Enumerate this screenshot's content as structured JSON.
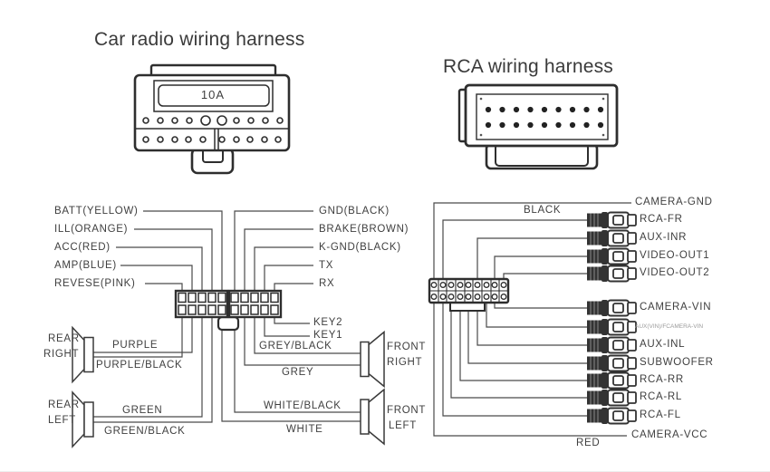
{
  "titles": {
    "radio": "Car radio wiring harness",
    "rca": "RCA wiring harness"
  },
  "radio_connector": {
    "fuse": "10A"
  },
  "radio_plug": {
    "left_wires": [
      "BATT(YELLOW)",
      "ILL(ORANGE)",
      "ACC(RED)",
      "AMP(BLUE)",
      "REVESE(PINK)"
    ],
    "right_wires": [
      "GND(BLACK)",
      "BRAKE(BROWN)",
      "K-GND(BLACK)",
      "TX",
      "RX"
    ],
    "key_wires": [
      "KEY2",
      "KEY1"
    ]
  },
  "speakers": [
    {
      "line1": "REAR",
      "line2": "RIGHT",
      "wire_top": "PURPLE",
      "wire_bottom": "PURPLE/BLACK"
    },
    {
      "line1": "REAR",
      "line2": "LEFT",
      "wire_top": "GREEN",
      "wire_bottom": "GREEN/BLACK"
    },
    {
      "line1": "FRONT",
      "line2": "RIGHT",
      "wire_top": "GREY/BLACK",
      "wire_bottom": "GREY"
    },
    {
      "line1": "FRONT",
      "line2": "LEFT",
      "wire_top": "WHITE/BLACK",
      "wire_bottom": "WHITE"
    }
  ],
  "rca_harness": {
    "power_wires": {
      "top": "BLACK",
      "bottom": "RED"
    },
    "jacks": [
      "CAMERA-GND",
      "RCA-FR",
      "AUX-INR",
      "VIDEO-OUT1",
      "VIDEO-OUT2",
      "CAMERA-VIN",
      "AUX(VIN)/FCAMERA-VIN",
      "AUX-INL",
      "SUBWOOFER",
      "RCA-RR",
      "RCA-RL",
      "RCA-FL",
      "CAMERA-VCC"
    ]
  },
  "colors": {
    "wire": "#4a4a4a",
    "text": "#3f3f3f",
    "outline": "#2e2e2e"
  }
}
